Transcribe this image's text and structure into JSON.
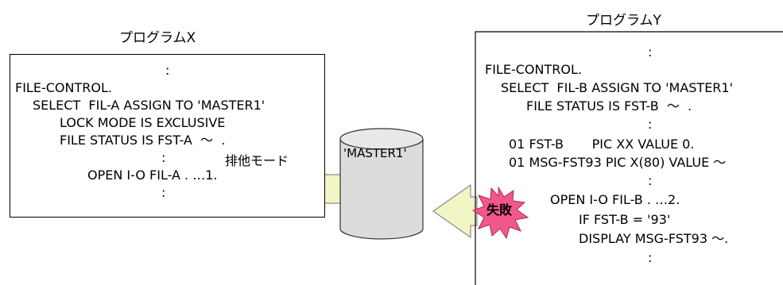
{
  "program_x": {
    "title": "プログラムX",
    "lines": [
      ":",
      "FILE-CONTROL.",
      "SELECT  FIL-A ASSIGN TO 'MASTER1'",
      "LOCK MODE IS EXCLUSIVE",
      "FILE STATUS IS FST-A  ～  .",
      ":",
      "OPEN I-O FIL-A . …1.",
      ":"
    ],
    "exclusive_mode_label": "排他モード"
  },
  "program_y": {
    "title": "プログラムY",
    "lines": [
      ":",
      "FILE-CONTROL.",
      "SELECT  FIL-B ASSIGN TO 'MASTER1'",
      "FILE STATUS IS FST-B  ～  .",
      ":",
      "01 FST-B       PIC XX VALUE 0.",
      "01 MSG-FST93 PIC X(80) VALUE ～",
      ":",
      "OPEN I-O FIL-B . …2.",
      "IF FST-B = '93'",
      "DISPLAY MSG-FST93 ～.",
      ":"
    ],
    "failure_label": "失敗"
  },
  "database": {
    "label": "'MASTER1'"
  },
  "colors": {
    "arrow_fill": "#f2f5c4",
    "arrow_stroke": "#8a8a8a",
    "cylinder_fill": "#dcdcdc",
    "cylinder_stroke": "#333333",
    "burst_fill": "#f2578c",
    "burst_stroke": "#b3265a"
  }
}
